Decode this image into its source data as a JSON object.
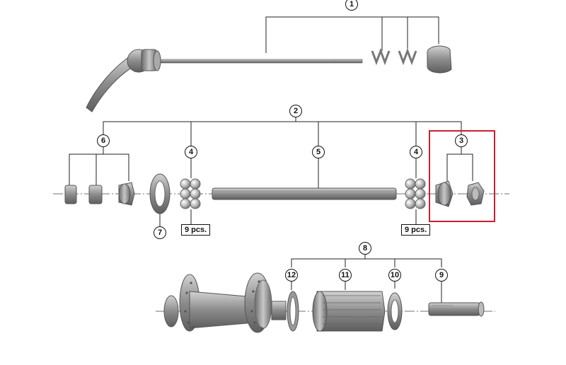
{
  "callouts": {
    "c1": "1",
    "c2": "2",
    "c3": "3",
    "c4a": "4",
    "c4b": "4",
    "c5": "5",
    "c6": "6",
    "c7": "7",
    "c8": "8",
    "c9": "9",
    "c10": "10",
    "c11": "11",
    "c12": "12"
  },
  "quantities": {
    "left_balls": "9 pcs.",
    "right_balls": "9 pcs."
  },
  "colors": {
    "highlight": "#c8202f",
    "part": "#8a8a8a",
    "line": "#222222"
  }
}
